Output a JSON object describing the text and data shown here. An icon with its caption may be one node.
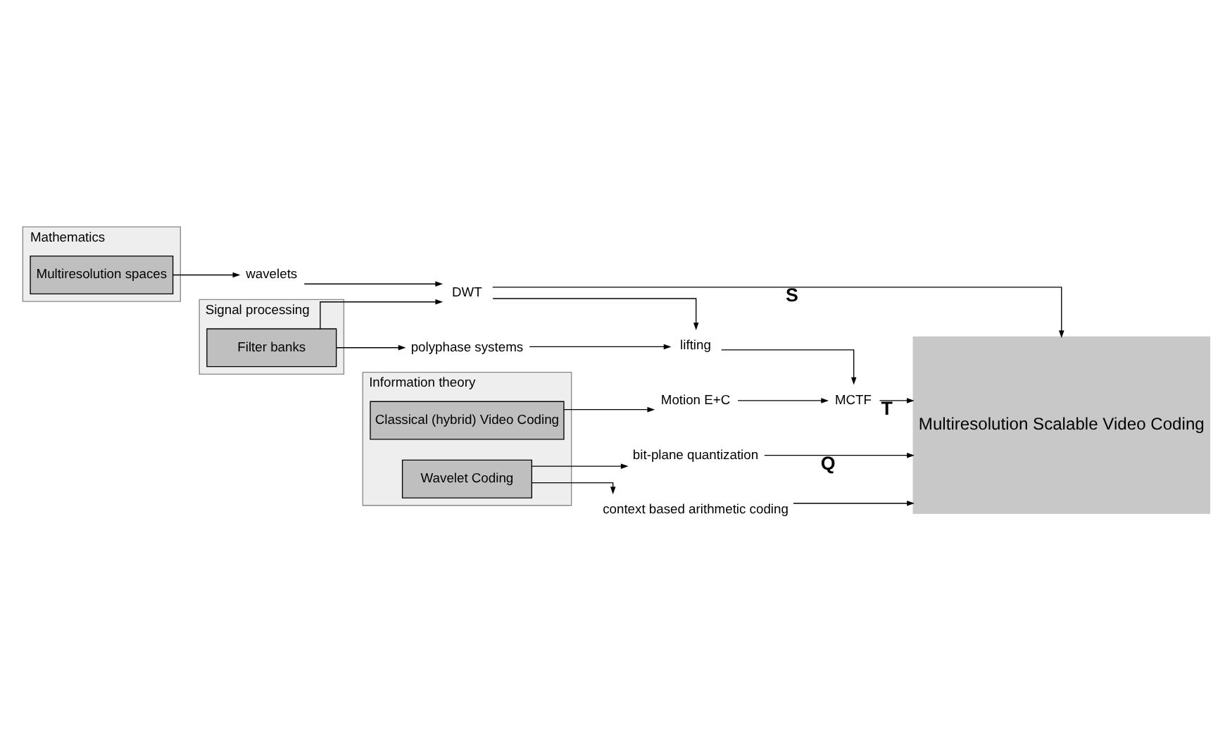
{
  "diagram": {
    "nodes": [
      {
        "text": [
          "Mathematics"
        ]
      },
      {
        "text": [
          "Multiresolution spaces"
        ],
        "in": 0
      },
      {
        "text": [
          "Signal processing"
        ]
      },
      {
        "text": [
          "Filter banks"
        ],
        "in": 2
      },
      {
        "text": [
          "Information theory"
        ]
      },
      {
        "text": [
          "Classical (hybrid) Video Coding"
        ],
        "in": 4
      },
      {
        "text": [
          "Wavelet Coding"
        ],
        "in": 4
      },
      {
        "text": [
          "wavelets"
        ]
      },
      {
        "text": [
          "DWT"
        ]
      },
      {
        "text": [
          "lifting"
        ]
      },
      {
        "text": [
          "polyphase systems"
        ]
      },
      {
        "text": [
          "MCTF"
        ]
      },
      {
        "text": [
          "Motion E+C"
        ]
      },
      {
        "text": [
          "bit-plane quantization"
        ]
      },
      {
        "text": [
          "context based arithmetic coding"
        ]
      },
      {
        "text": [
          "Multiresolution Scalable Video Coding"
        ]
      }
    ],
    "edges": [
      {
        "from": 1,
        "to": 7,
        "arrow": "to"
      },
      {
        "from": 7,
        "to": 8,
        "arrow": "to"
      },
      {
        "from": 3,
        "to": 8,
        "arrow": "to"
      },
      {
        "from": 3,
        "to": 10,
        "arrow": "to"
      },
      {
        "from": 8,
        "to": 15,
        "arrow": "to",
        "label": "S"
      },
      {
        "from": 8,
        "to": 9,
        "arrow": "to"
      },
      {
        "from": 10,
        "to": 9,
        "arrow": "to"
      },
      {
        "from": 9,
        "to": 11,
        "arrow": "to"
      },
      {
        "from": 12,
        "to": 11,
        "arrow": "to"
      },
      {
        "from": 11,
        "to": 15,
        "arrow": "to",
        "label": "T"
      },
      {
        "from": 5,
        "to": 12,
        "arrow": "to"
      },
      {
        "from": 6,
        "to": 13,
        "arrow": "to"
      },
      {
        "from": 6,
        "to": 14,
        "arrow": "to"
      },
      {
        "from": 13,
        "to": 15,
        "arrow": "to",
        "label": "Q"
      },
      {
        "from": 14,
        "to": 15,
        "arrow": "to"
      }
    ]
  }
}
